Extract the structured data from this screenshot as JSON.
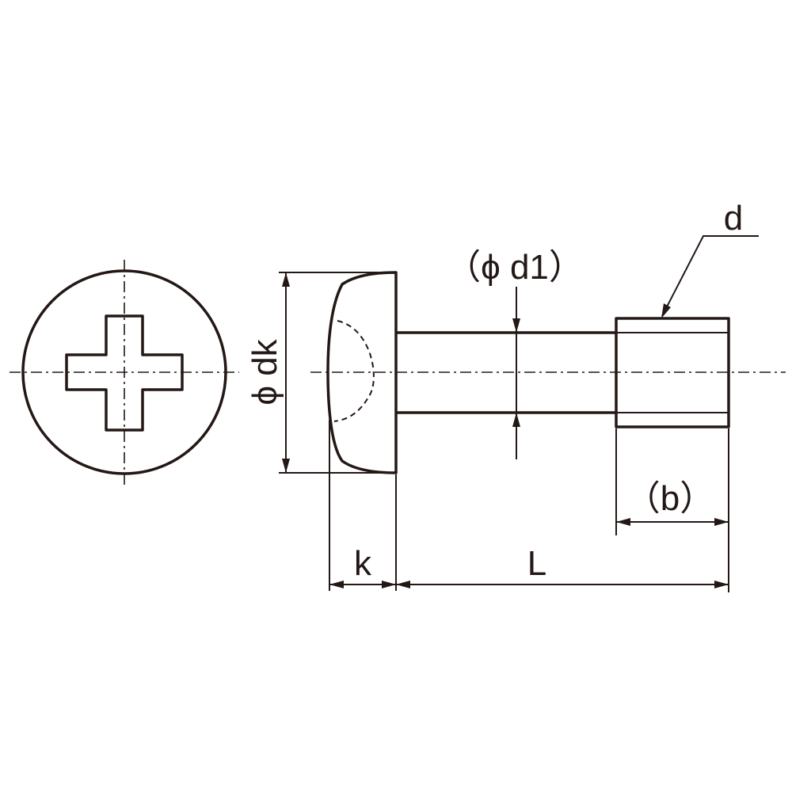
{
  "labels": {
    "d": "d",
    "d1": "（ϕ d1）",
    "dk": "ϕ dk",
    "k": "k",
    "L": "L",
    "b": "（b）"
  },
  "colors": {
    "ink": "#231815",
    "background": "#ffffff"
  }
}
